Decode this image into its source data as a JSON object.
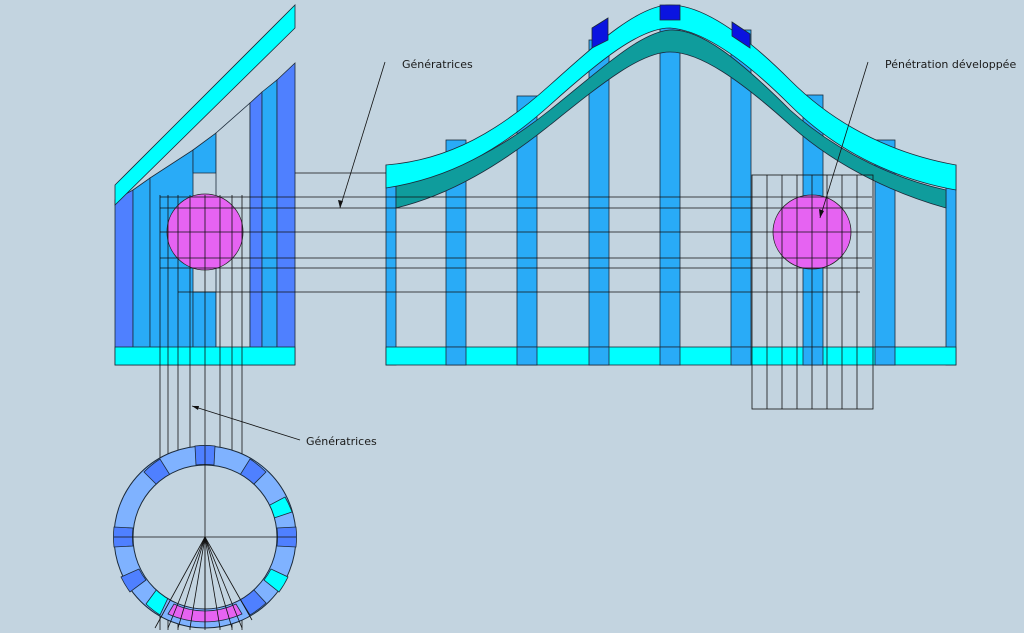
{
  "labels": {
    "generatrices_top": "Génératrices",
    "generatrices_bottom": "Génératrices",
    "penetration": "Pénétration développée"
  },
  "colors": {
    "background": "#c3d4e0",
    "cyan": "#00ffff",
    "sky_blue": "#29abf7",
    "medium_blue": "#4f80ff",
    "dark_blue": "#0a14e0",
    "teal": "#0f9c9c",
    "light_blue": "#7fb2ff",
    "magenta": "#e663f2",
    "line": "#111111"
  }
}
